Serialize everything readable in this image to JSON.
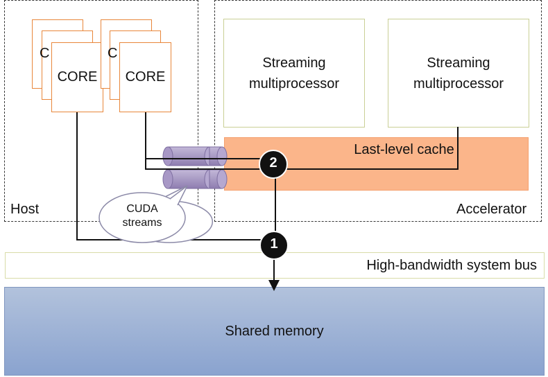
{
  "host": {
    "label": "Host"
  },
  "accelerator": {
    "label": "Accelerator"
  },
  "cores": {
    "label": "CORE",
    "partial_glyph": "C"
  },
  "streaming_multiprocessor": {
    "label_line1": "Streaming",
    "label_line2": "multiprocessor"
  },
  "last_level_cache": {
    "label": "Last-level cache"
  },
  "cuda_streams": {
    "line1": "CUDA",
    "line2": "streams"
  },
  "markers": {
    "one": "1",
    "two": "2"
  },
  "bus": {
    "label": "High-bandwidth system bus"
  },
  "memory": {
    "label": "Shared memory"
  },
  "colors": {
    "core_border": "#e8863a",
    "sm_border": "#c9cf95",
    "cache_fill": "#fbb58a",
    "stream_fill": "#9b8ab8",
    "memory_fill": "#8aa3cf"
  }
}
